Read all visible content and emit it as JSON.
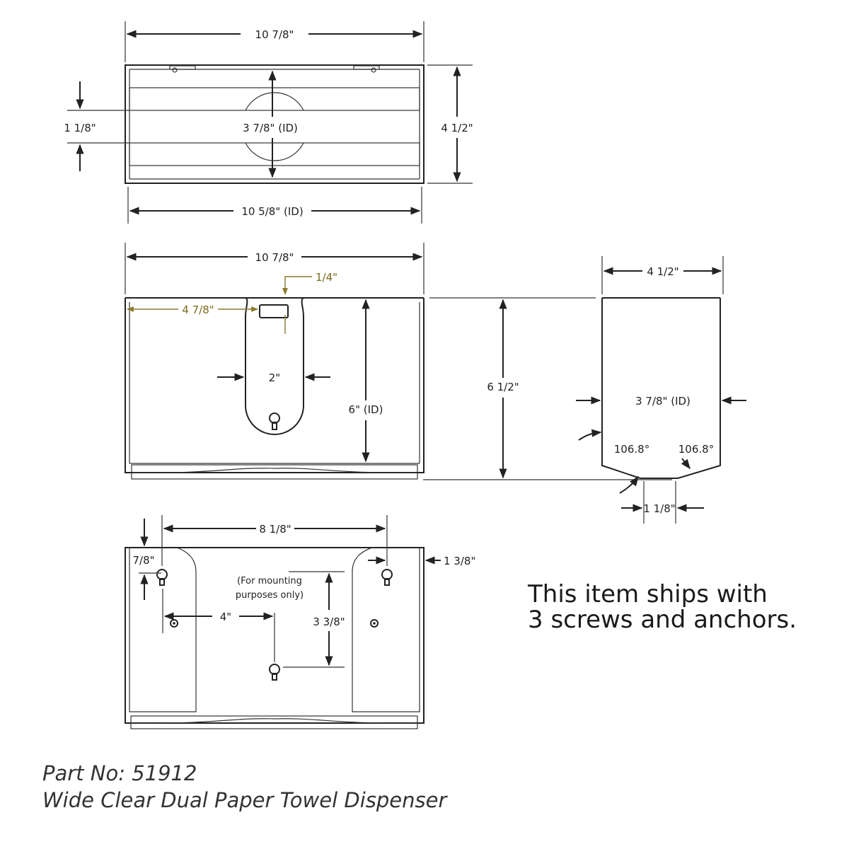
{
  "top_view": {
    "width": "10 7/8\"",
    "inner_width": "10 5/8\" (ID)",
    "depth": "4 1/2\"",
    "slot_gap": "1 1/8\"",
    "opening": "3 7/8\" (ID)"
  },
  "front_view": {
    "width": "10 7/8\"",
    "tab": "1/4\"",
    "offset": "4 7/8\"",
    "slot_width": "2\"",
    "inner_height": "6\" (ID)",
    "height": "6 1/2\""
  },
  "side_view": {
    "depth": "4 1/2\"",
    "inner_depth": "3 7/8\" (ID)",
    "angle_left": "106.8°",
    "angle_right": "106.8°",
    "bottom_gap": "1 1/8\""
  },
  "back_view": {
    "hole_spacing": "8 1/8\"",
    "top_offset": "7/8\"",
    "side_offset": "1 3/8\"",
    "note_line1": "(For mounting",
    "note_line2": "purposes only)",
    "center_offset": "4\"",
    "vertical_drop": "3 3/8\""
  },
  "shipping_note": {
    "line1": "This item ships with",
    "line2": "3 screws and anchors."
  },
  "caption": {
    "part_no": "Part No: 51912",
    "product": "Wide Clear Dual Paper Towel Dispenser"
  }
}
